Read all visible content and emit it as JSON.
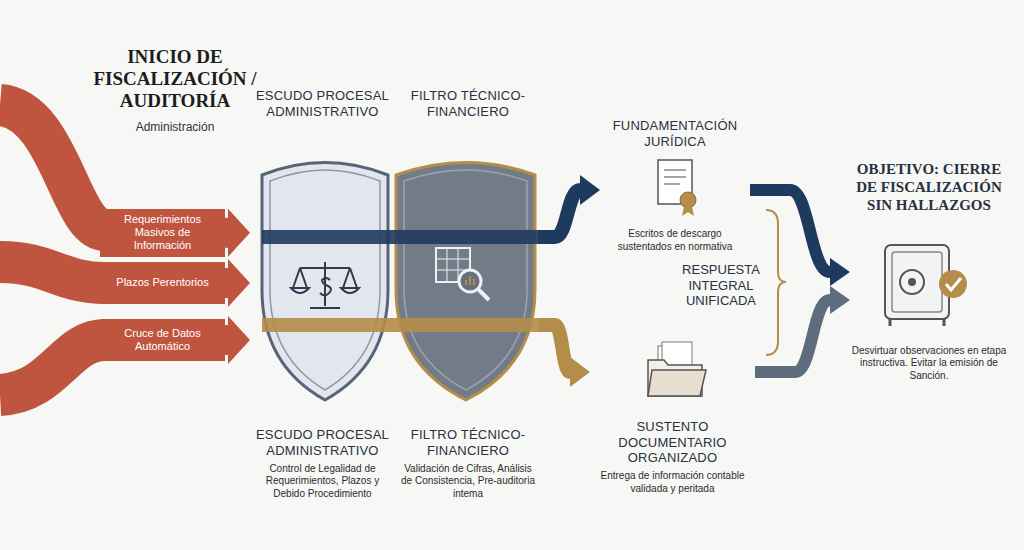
{
  "diagram": {
    "title": "INICIO DE FISCALIZACIÓN / AUDITORÍA",
    "nodes": [
      {
        "text": [
          "Requerimientos Masivos de Información"
        ]
      },
      {
        "text": [
          "Plazos Perentorios"
        ]
      },
      {
        "text": [
          "Cruce de Datos Automático"
        ]
      },
      {
        "text": [
          "ESCUDO PROCESAL ADMINISTRATIVO",
          "ESCUDO PROCESAL ADMINISTRATIVO",
          "Control de Legalidad de Requerimientos, Plazos y Debido Procedimiento"
        ]
      },
      {
        "text": [
          "FILTRO TÉCNICO-FINANCIERO",
          "FILTRO TÉCNICO-FINANCIERO",
          "Validación de Cifras, Análisis de Consistencia, Pre-auditoria intema"
        ]
      },
      {
        "text": [
          "FUNDAMENTACIÓN JURÍDICA",
          "Escritos de descargo sustentados en normativa"
        ]
      },
      {
        "text": [
          "SUSTENTO DOCUMENTARIO ORGANIZADO",
          "Entrega de información contable validada y peritada"
        ]
      },
      {
        "text": [
          "OBJETIVO: CIERRE DE FISCALIZACIÓN SIN HALLAZGOS",
          "Desvirtuar observaciones en etapa instructiva. Evitar la emisión de Sanción."
        ]
      }
    ],
    "edges": [
      {
        "from": 0,
        "to": 3,
        "arrow": "to"
      },
      {
        "from": 1,
        "to": 3,
        "arrow": "to"
      },
      {
        "from": 2,
        "to": 3,
        "arrow": "to"
      },
      {
        "from": 4,
        "to": 5,
        "arrow": "to"
      },
      {
        "from": 4,
        "to": 6,
        "arrow": "to"
      },
      {
        "from": 5,
        "to": 7,
        "arrow": "to"
      },
      {
        "from": 6,
        "to": 7,
        "arrow": "to"
      }
    ],
    "labels": [
      "Administración",
      "RESPUESTA INTEGRAL UNIFICADA"
    ]
  }
}
